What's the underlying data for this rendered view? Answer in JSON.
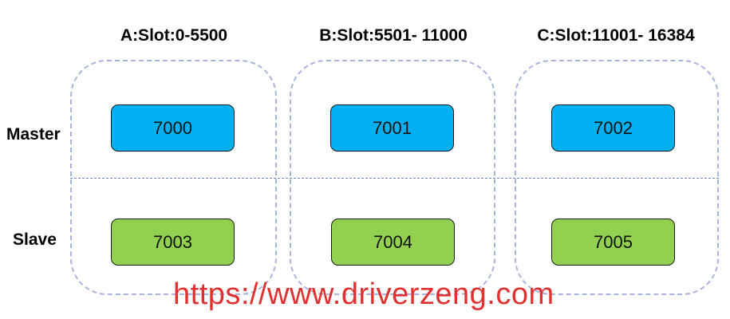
{
  "row_labels": {
    "master": "Master",
    "slave": "Slave"
  },
  "groups": [
    {
      "title": "A:Slot:0-5500",
      "master": "7000",
      "slave": "7003"
    },
    {
      "title": "B:Slot:5501- 11000",
      "master": "7001",
      "slave": "7004"
    },
    {
      "title": "C:Slot:11001- 16384",
      "master": "7002",
      "slave": "7005"
    }
  ],
  "watermark": "https://www.driverzeng.com",
  "colors": {
    "master_fill": "#00b0f0",
    "slave_fill": "#92d050",
    "group_border": "#a9b4dd",
    "divider": "#6e87c0",
    "watermark": "#e03030"
  }
}
